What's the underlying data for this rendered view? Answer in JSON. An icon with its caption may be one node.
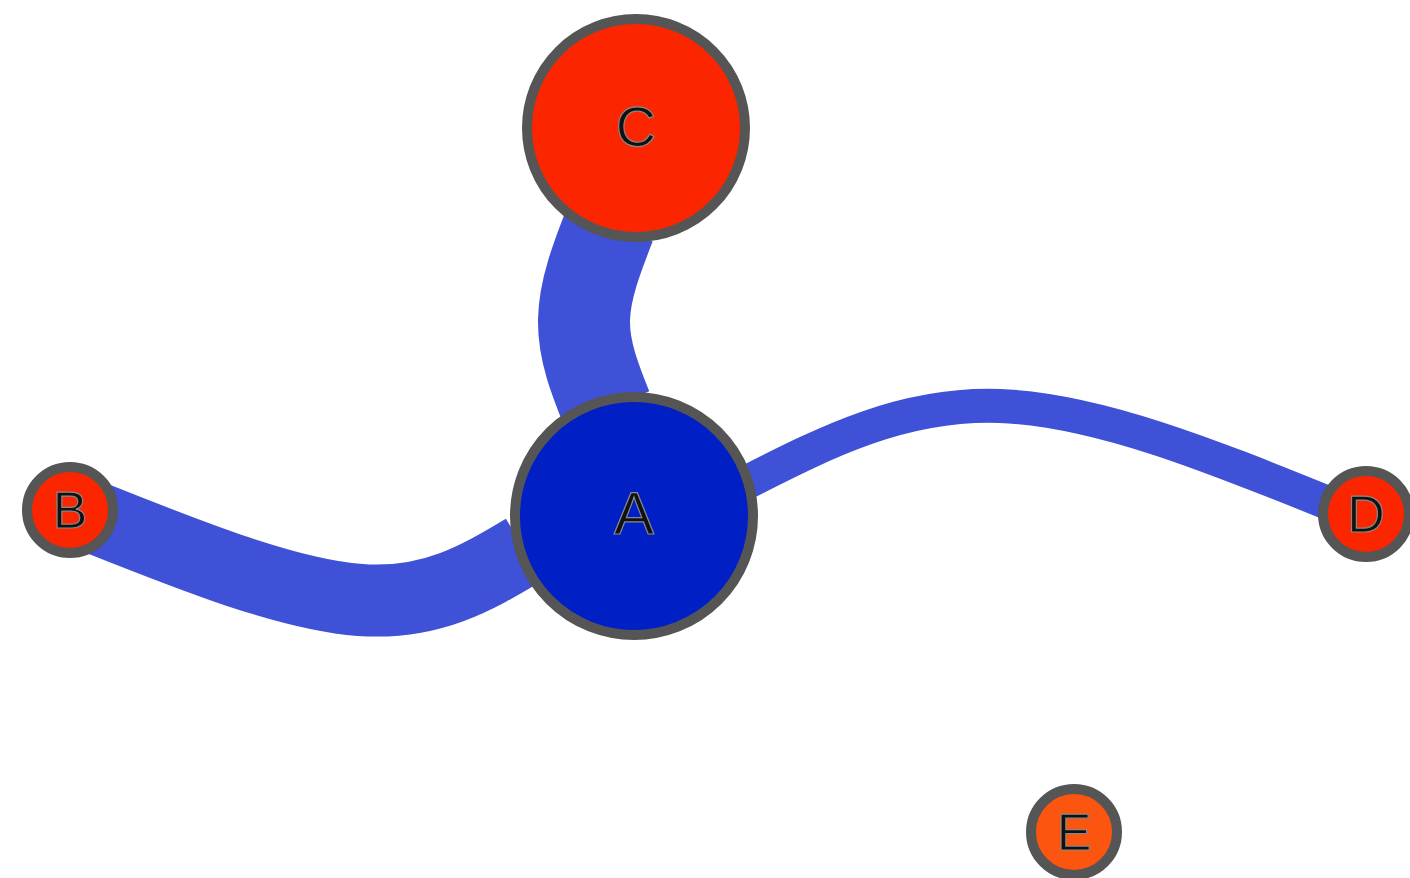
{
  "diagram": {
    "nodes": [
      {
        "text": [
          "C"
        ]
      },
      {
        "text": [
          "B"
        ]
      },
      {
        "text": [
          "A"
        ]
      },
      {
        "text": [
          "D"
        ]
      },
      {
        "text": [
          "E"
        ]
      }
    ],
    "edges": [
      {
        "from": 0,
        "to": 2,
        "arrow": "none"
      },
      {
        "from": 1,
        "to": 2,
        "arrow": "none"
      },
      {
        "from": 2,
        "to": 3,
        "arrow": "none"
      }
    ]
  }
}
